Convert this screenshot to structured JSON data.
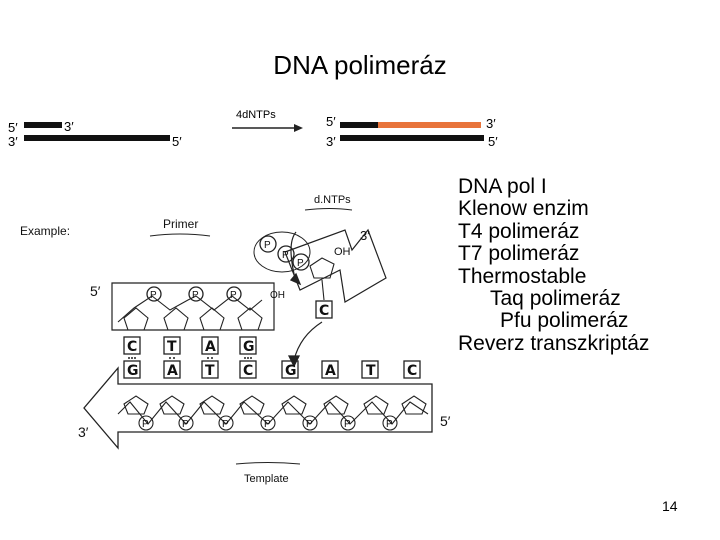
{
  "slide": {
    "title": "DNA polimeráz",
    "page_number": "14"
  },
  "enzymes": [
    {
      "text": "DNA pol I",
      "indent": 0
    },
    {
      "text": "Klenow enzim",
      "indent": 0
    },
    {
      "text": "T4 polimeráz",
      "indent": 0
    },
    {
      "text": "T7 polimeráz",
      "indent": 0
    },
    {
      "text": "Thermostable",
      "indent": 0
    },
    {
      "text": "Taq polimeráz",
      "indent": 1
    },
    {
      "text": "Pfu polimeráz",
      "indent": 2
    },
    {
      "text": "Reverz transzkriptáz",
      "indent": 0
    }
  ],
  "reaction": {
    "left_top_5": "5′",
    "left_top_3": "3′",
    "left_bot_3": "3′",
    "left_bot_5": "5′",
    "arrow_label": "4dNTPs",
    "right_top_5": "5′",
    "right_top_3": "3′",
    "right_bot_3": "3′",
    "right_bot_5": "5′",
    "new_strand_color": "#e8743b"
  },
  "example": {
    "label": "Example:",
    "primer": "Primer",
    "dntps": "d.NTPs",
    "template": "Template",
    "primer_5": "5′",
    "template_3": "3′",
    "template_5": "5′",
    "incoming_3": "3′",
    "oh": "OH",
    "phosphate": "P",
    "incoming_base": "C",
    "primer_bases": [
      "C",
      "T",
      "A",
      "G"
    ],
    "template_bases": [
      "G",
      "A",
      "T",
      "C",
      "G",
      "A",
      "T",
      "C"
    ]
  }
}
